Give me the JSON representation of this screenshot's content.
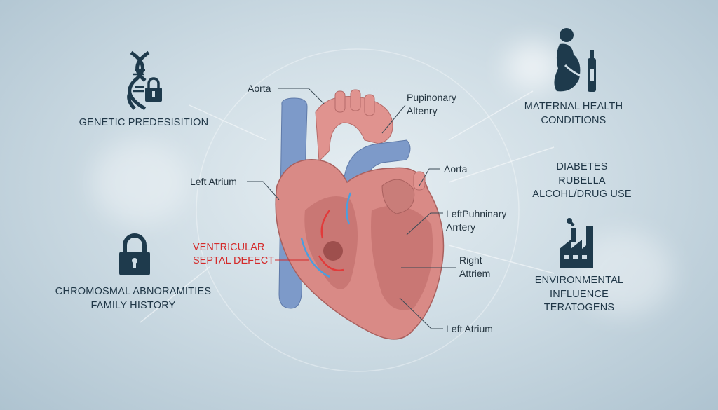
{
  "left_panel": {
    "genetic": {
      "icon": "dna-lock-icon",
      "label": "GENETIC PREDESISITION"
    },
    "chromosomal": {
      "icon": "padlock-icon",
      "lines": [
        "CHROMOSMAL ABNORAMITIES",
        "FAMILY HISTORY"
      ]
    }
  },
  "right_panel": {
    "maternal": {
      "icon": "pregnant-woman-bottle-icon",
      "lines": [
        "MATERNAL HEALTH",
        "CONDITIONS"
      ]
    },
    "conditions": [
      "DIABETES",
      "RUBELLA",
      "ALCOHL/DRUG USE"
    ],
    "environmental": {
      "icon": "factory-icon",
      "lines": [
        "ENVIRONMENTAL",
        "INFLUENCE",
        "TERATOGENS"
      ]
    }
  },
  "heart_labels": {
    "aorta_top": "Aorta",
    "pulmonary_artery": [
      "Pupinonary",
      "Altenry"
    ],
    "aorta_right": "Aorta",
    "left_atrium_left": "Left Atrium",
    "left_pulmonary_artery": [
      "LeftPuhninary",
      "Arrtery"
    ],
    "right_atrium": [
      "Right",
      "Attriem"
    ],
    "left_atrium_bottom": "Left Atrium",
    "vsd": [
      "VENTRICULAR",
      "SEPTAL DEFECT"
    ]
  },
  "colors": {
    "defect_label": "#d42a2a",
    "icon": "#1e3a4c",
    "heart": "#d98a86",
    "vessel_blue": "#7d9ac9"
  }
}
